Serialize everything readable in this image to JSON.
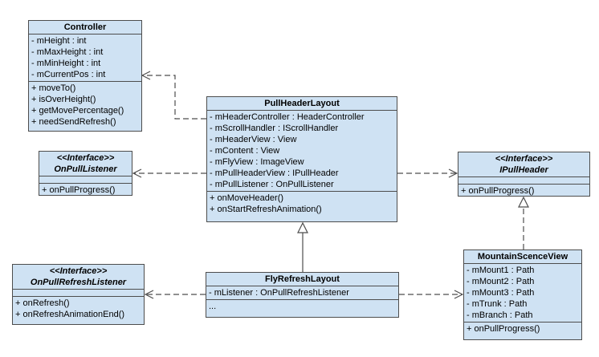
{
  "classes": {
    "controller": {
      "name": "Controller",
      "attributes": [
        "- mHeight : int",
        "- mMaxHeight : int",
        "- mMinHeight : int",
        "- mCurrentPos : int"
      ],
      "methods": [
        "+ moveTo()",
        "+ isOverHeight()",
        "+ getMovePercentage()",
        "+ needSendRefresh()"
      ]
    },
    "pullheader": {
      "name": "PullHeaderLayout",
      "attributes": [
        "- mHeaderController : HeaderController",
        "- mScrollHandler : IScrollHandler",
        "- mHeaderView : View",
        "- mContent : View",
        "- mFlyView : ImageView",
        "- mPullHeaderView : IPullHeader",
        "- mPullListener : OnPullListener"
      ],
      "methods": [
        "+ onMoveHeader()",
        "+ onStartRefreshAnimation()"
      ]
    },
    "onpulllistener": {
      "stereotype": "<<Interface>>",
      "name": "OnPullListener",
      "methods": [
        "+ onPullProgress()"
      ]
    },
    "ipullheader": {
      "stereotype": "<<Interface>>",
      "name": "IPullHeader",
      "methods": [
        "+ onPullProgress()"
      ]
    },
    "onpullrefresh": {
      "stereotype": "<<Interface>>",
      "name": "OnPullRefreshListener",
      "methods": [
        "+ onRefresh()",
        "+ onRefreshAnimationEnd()"
      ]
    },
    "flyrefresh": {
      "name": "FlyRefreshLayout",
      "attributes": [
        "- mListener : OnPullRefreshListener"
      ],
      "methods": [
        "..."
      ]
    },
    "mountain": {
      "name": "MountainScenceView",
      "attributes": [
        "- mMount1 : Path",
        "- mMount2 : Path",
        "- mMount3 : Path",
        "- mTrunk : Path",
        "- mBranch : Path"
      ],
      "methods": [
        "+ onPullProgress()"
      ]
    }
  },
  "relations": [
    {
      "from": "pullheader",
      "to": "controller",
      "type": "dependency"
    },
    {
      "from": "pullheader",
      "to": "onpulllistener",
      "type": "dependency"
    },
    {
      "from": "pullheader",
      "to": "ipullheader",
      "type": "dependency"
    },
    {
      "from": "flyrefresh",
      "to": "pullheader",
      "type": "inheritance"
    },
    {
      "from": "flyrefresh",
      "to": "onpullrefresh",
      "type": "dependency"
    },
    {
      "from": "flyrefresh",
      "to": "mountain",
      "type": "dependency"
    },
    {
      "from": "mountain",
      "to": "ipullheader",
      "type": "realization"
    }
  ],
  "colors": {
    "box_fill": "#cfe2f3",
    "border": "#4d4d4d",
    "line": "#4d4d4d"
  }
}
